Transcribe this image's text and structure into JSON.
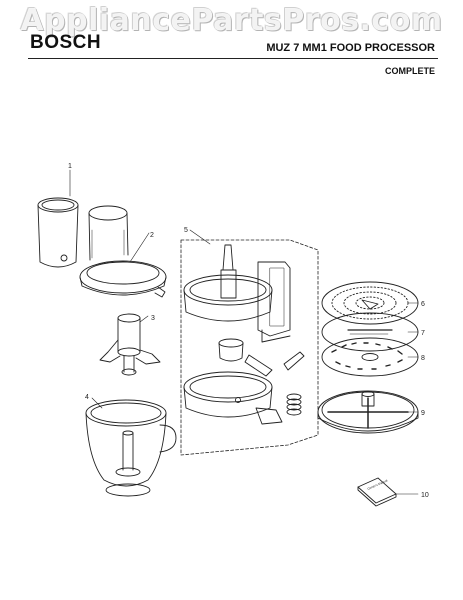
{
  "watermark": "AppliancePartsPros.com",
  "header": {
    "brand": "BOSCH",
    "title": "MUZ 7 MM1 FOOD PROCESSOR",
    "subtitle": "COMPLETE"
  },
  "callouts": [
    "1",
    "2",
    "3",
    "4",
    "5",
    "6",
    "7",
    "8",
    "9",
    "10"
  ],
  "manual_label": "Owner's Manual",
  "colors": {
    "ink": "#222222",
    "background": "#ffffff"
  }
}
